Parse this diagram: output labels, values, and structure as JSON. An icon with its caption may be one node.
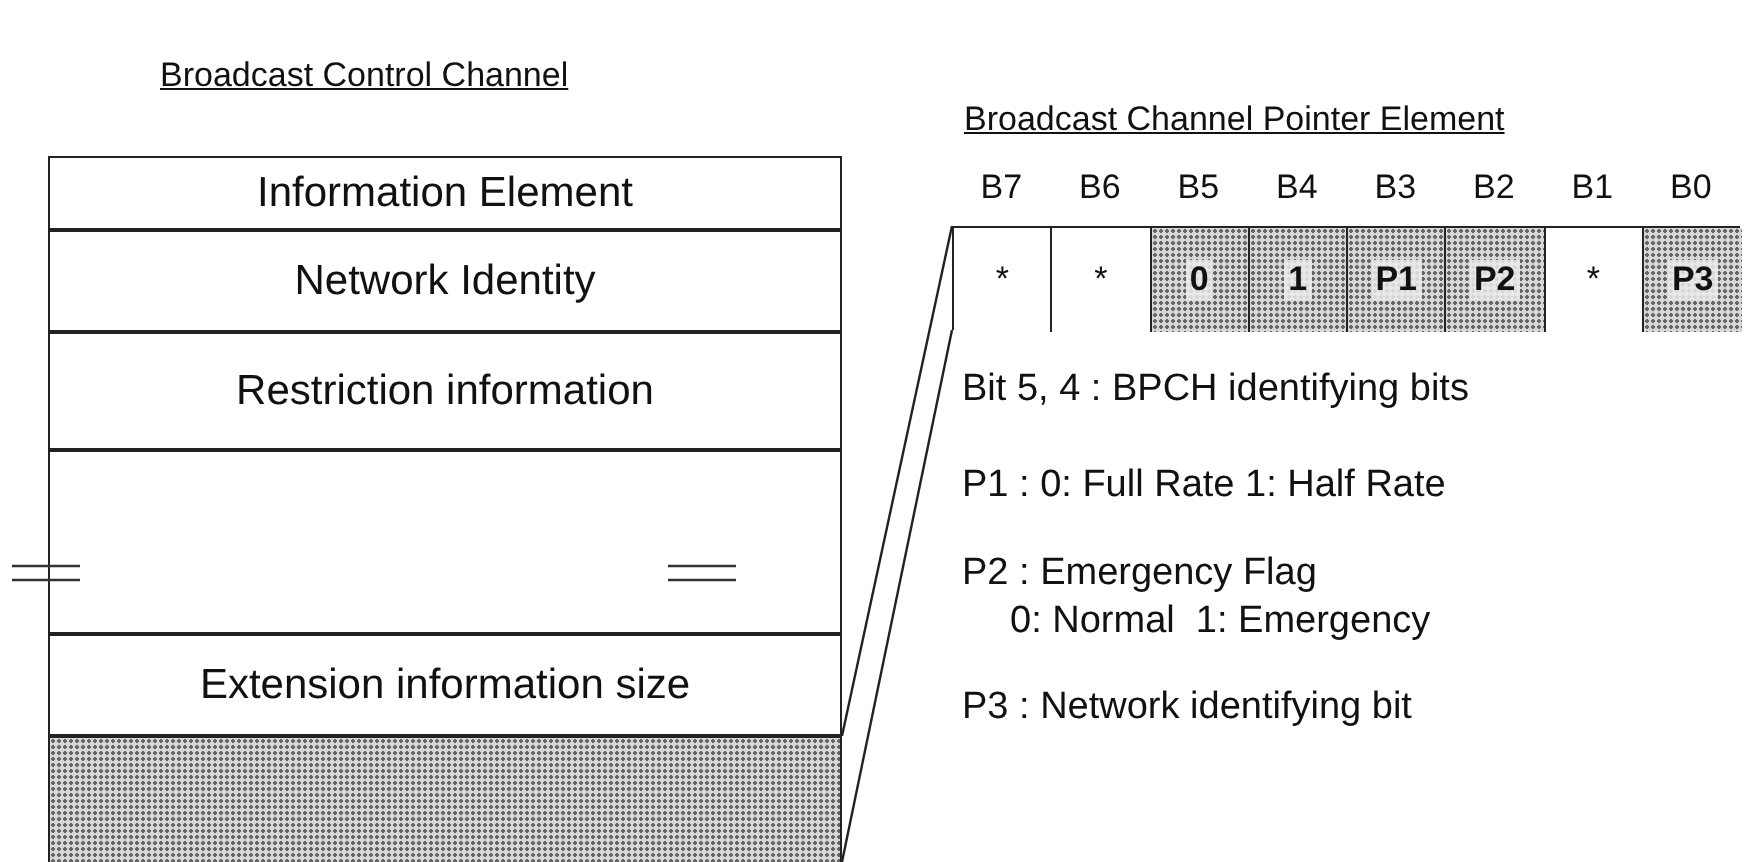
{
  "diagram": {
    "nodes": [
      {
        "text": [
          "Information Element"
        ]
      },
      {
        "text": [
          "Network Identity"
        ]
      },
      {
        "text": [
          "Restriction information"
        ]
      },
      {
        "text": [],
        "shape": "box"
      },
      {
        "text": [
          "Extension information size"
        ]
      },
      {
        "text": [],
        "shape": "box"
      },
      {
        "text": [],
        "shape": "box"
      },
      {
        "text": [
          "*"
        ],
        "in": 6
      },
      {
        "text": [
          "*"
        ],
        "in": 6
      },
      {
        "text": [
          "0"
        ],
        "in": 6
      },
      {
        "text": [
          "1"
        ],
        "in": 6
      },
      {
        "text": [
          "P1"
        ],
        "in": 6
      },
      {
        "text": [
          "P2"
        ],
        "in": 6
      },
      {
        "text": [
          "*"
        ],
        "in": 6
      },
      {
        "text": [
          "P3"
        ],
        "in": 6
      }
    ],
    "edges": [
      {
        "from": 5,
        "to": 6,
        "arrow": "none"
      },
      {
        "from": 5,
        "to": 6,
        "arrow": "none"
      }
    ],
    "labels": [
      "Broadcast Control Channel",
      "Broadcast Channel Pointer Element",
      "B7",
      "B6",
      "B5",
      "B4",
      "B3",
      "B2",
      "B1",
      "B0",
      "Bit 5, 4 : BPCH identifying bits",
      "P1 : 0: Full Rate 1: Half Rate",
      "P2 : Emergency Flag",
      "0: Normal  1: Emergency",
      "P3 : Network identifying bit"
    ]
  }
}
